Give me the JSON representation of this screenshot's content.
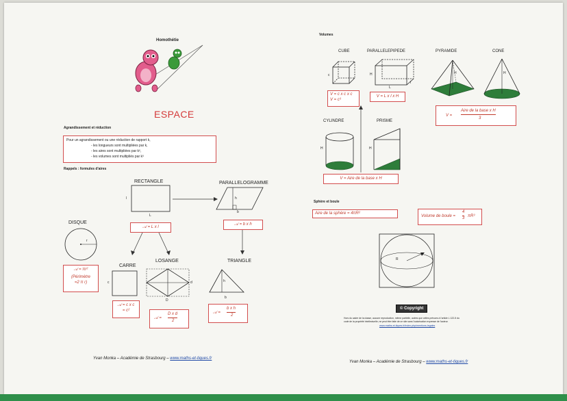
{
  "left": {
    "homothetie_title": "Homothétie",
    "page_title": "ESPACE",
    "agrandissement_title": "Agrandissement et réduction",
    "agrandissement_lines": [
      "Pour un agrandissement ou une réduction de rapport k,",
      "- les longueurs sont multipliées par k,",
      "- les aires sont multipliées par k²,",
      "- les volumes sont multipliés par k³"
    ],
    "rappels_title": "Rappels : formules d'aires",
    "rectangle": {
      "title": "RECTANGLE",
      "side_l": "l",
      "side_L": "L",
      "formula": "𝒜 = L x l"
    },
    "parallelogramme": {
      "title": "PARALLELOGRAMME",
      "h": "h",
      "b": "b",
      "formula": "𝒜 = b x h"
    },
    "disque": {
      "title": "DISQUE",
      "r": "r",
      "formula": "𝒜 = πr²",
      "perimetre_1": "(Périmètre",
      "perimetre_2": "=2 π r)"
    },
    "carre": {
      "title": "CARRE",
      "c": "c",
      "formula_1": "𝒜 = c x c",
      "formula_2": "= c²"
    },
    "losange": {
      "title": "LOSANGE",
      "d": "d",
      "D": "D",
      "formula_prefix": "𝒜 =",
      "num": "D x d",
      "den": "2"
    },
    "triangle": {
      "title": "TRIANGLE",
      "h": "h",
      "b": "b",
      "formula_prefix": "𝒜 =",
      "num": "b x h",
      "den": "2"
    },
    "footer_author": "Yvan Monka – Académie de Strasbourg – ",
    "footer_link": "www.maths-et-tiques.fr"
  },
  "right": {
    "volumes_title": "Volumes",
    "cube": {
      "title": "CUBE",
      "c": "c",
      "formula_1": "V = c x c x c",
      "formula_2": "V = c³"
    },
    "pave": {
      "title": "PARALLELEPIPEDE",
      "H": "H",
      "L": "L",
      "l": "l",
      "formula": "V = L x l x H"
    },
    "pyramide": {
      "title": "PYRAMIDE",
      "H": "H"
    },
    "cone": {
      "title": "CONE",
      "H": "H"
    },
    "pyramide_cone_formula": {
      "prefix": "V =",
      "num": "Aire de la base x H",
      "den": "3"
    },
    "cylindre": {
      "title": "CYLINDRE",
      "H": "H"
    },
    "prisme": {
      "title": "PRISME",
      "H": "H"
    },
    "cylindre_prisme_formula": "V = Aire de la base x H",
    "sphere_title": "Sphère et boule",
    "sphere_area": "Aire de la sphère = 4πR²",
    "ball_volume_prefix": "Volume de boule =",
    "ball_volume_num": "4",
    "ball_volume_den": "3",
    "ball_volume_suffix": "πR³",
    "R": "R",
    "copyright": "© Copyright",
    "copyright_text_1": "Hors du cadre de la classe, aucune reproduction, même partielle, autres que celles prévues à l'article L 122-5 du",
    "copyright_text_2": "code de la propriété intellectuelle, ne peut être faite de ce site sans l'autorisation expresse de l'auteur.",
    "copyright_link": "www.maths-et-tiques.fr/index.php/mentions-legales",
    "footer_author": "Yvan Monka – Académie de Strasbourg – ",
    "footer_link": "www.maths-et-tiques.fr"
  },
  "colors": {
    "accent_red": "#d24c4c",
    "solid_green": "#2e7d3a",
    "link_blue": "#1e48a6"
  }
}
